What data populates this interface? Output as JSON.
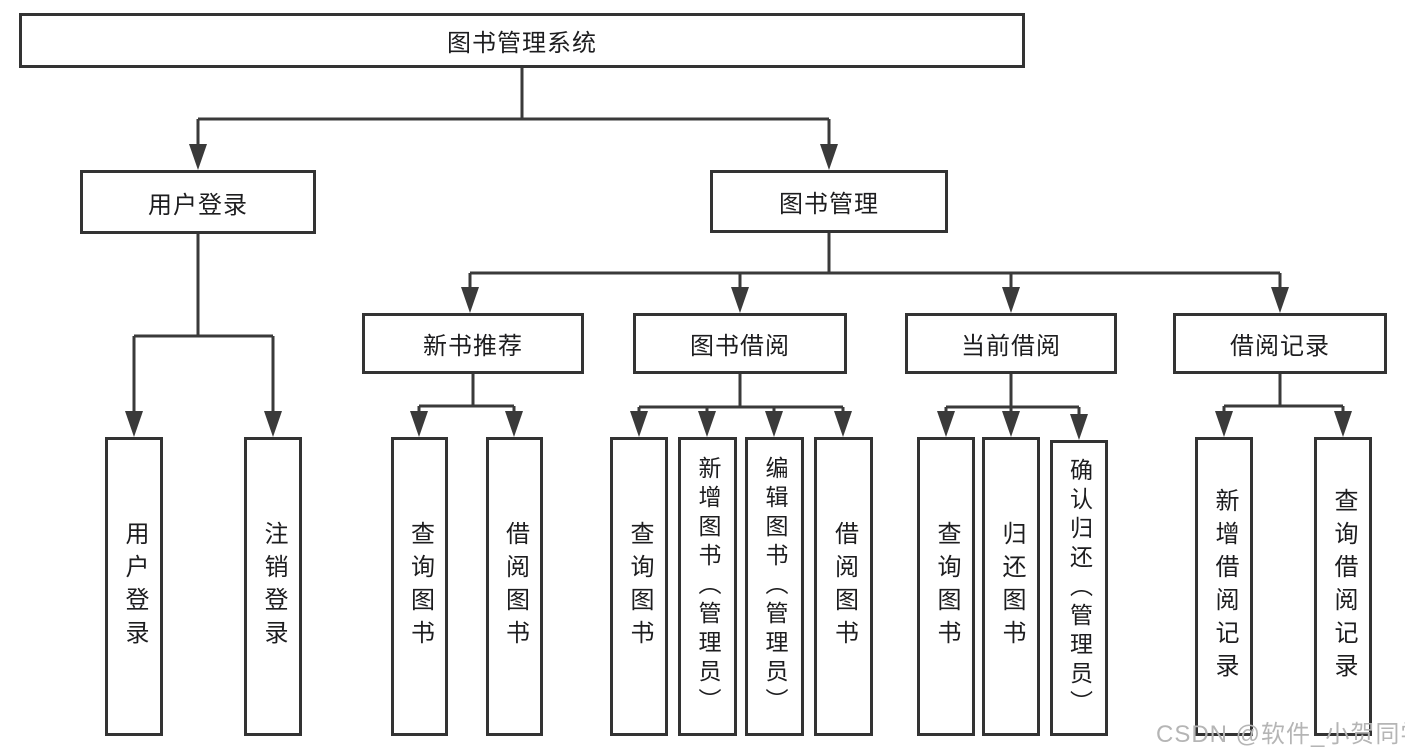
{
  "colors": {
    "line": "#3a3a3a",
    "box_border": "#333333",
    "text": "#1d1d1f",
    "background": "#ffffff",
    "watermark": "#b5b5b5"
  },
  "root": {
    "label": "图书管理系统"
  },
  "login_branch": {
    "label": "用户登录",
    "children": [
      {
        "label": "用户登录"
      },
      {
        "label": "注销登录"
      }
    ]
  },
  "management_branch": {
    "label": "图书管理",
    "sections": [
      {
        "label": "新书推荐",
        "children": [
          {
            "label": "查询图书"
          },
          {
            "label": "借阅图书"
          }
        ]
      },
      {
        "label": "图书借阅",
        "children": [
          {
            "label": "查询图书"
          },
          {
            "label": "新增图书（管理员）"
          },
          {
            "label": "编辑图书（管理员）"
          },
          {
            "label": "借阅图书"
          }
        ]
      },
      {
        "label": "当前借阅",
        "children": [
          {
            "label": "查询图书"
          },
          {
            "label": "归还图书"
          },
          {
            "label": "确认归还（管理员）"
          }
        ]
      },
      {
        "label": "借阅记录",
        "children": [
          {
            "label": "新增借阅记录"
          },
          {
            "label": "查询借阅记录"
          }
        ]
      }
    ]
  },
  "watermark": {
    "text": "CSDN @软件_小贺同学"
  }
}
